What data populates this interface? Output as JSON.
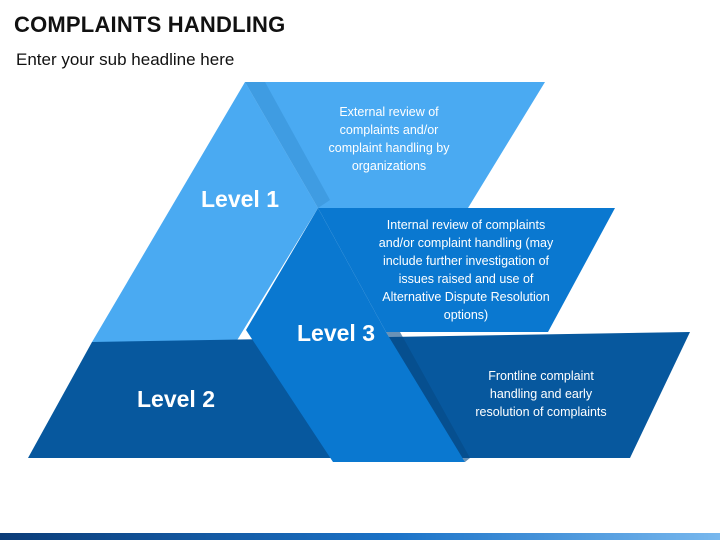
{
  "header": {
    "title": "COMPLAINTS HANDLING",
    "subtitle": "Enter your sub headline here"
  },
  "levels": [
    {
      "label": "Level 1",
      "description": "External review of complaints and/or complaint handling by organizations",
      "color": "#4aaaf2"
    },
    {
      "label": "Level 3",
      "description": "Internal review of complaints and/or complaint handling (may include further investigation of issues raised and use of Alternative Dispute Resolution options)",
      "color": "#0a78d0"
    },
    {
      "label": "Level 2",
      "description": "Frontline complaint handling and early resolution of complaints",
      "color": "#07589e"
    }
  ],
  "colors": {
    "light": "#4aaaf2",
    "mid": "#0a78d0",
    "dark": "#07589e",
    "bar_start": "#0b3c78",
    "bar_end": "#78b8ee"
  }
}
